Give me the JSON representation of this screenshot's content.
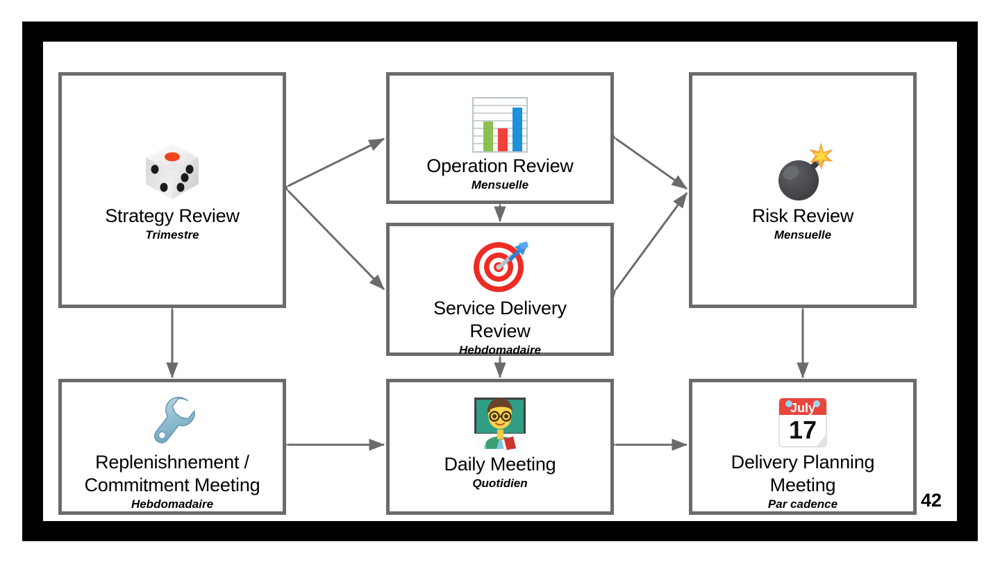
{
  "slide": {
    "page_number": "42",
    "frame_color": "#000000",
    "box_border_color": "#6b6b6b",
    "connector_color": "#6b6b6b",
    "background": "#ffffff"
  },
  "nodes": [
    {
      "id": "strategy",
      "title": "Strategy Review",
      "cadence": "Trimestre",
      "icon": "dice-icon"
    },
    {
      "id": "operation",
      "title": "Operation Review",
      "cadence": "Mensuelle",
      "icon": "bar-chart-icon"
    },
    {
      "id": "risk",
      "title": "Risk Review",
      "cadence": "Mensuelle",
      "icon": "bomb-icon"
    },
    {
      "id": "service",
      "title": "Service Delivery\nReview",
      "cadence": "Hebdomadaire",
      "icon": "dartboard-icon"
    },
    {
      "id": "replenishment",
      "title": "Replenishnement /\nCommitment Meeting",
      "cadence": "Hebdomadaire",
      "icon": "wrench-icon"
    },
    {
      "id": "daily",
      "title": "Daily Meeting",
      "cadence": "Quotidien",
      "icon": "teacher-icon"
    },
    {
      "id": "delivery",
      "title": "Delivery Planning\nMeeting",
      "cadence": "Par cadence",
      "icon": "calendar-icon"
    }
  ],
  "icon_details": {
    "calendar": {
      "month": "July",
      "day": "17",
      "header_color": "#e8453c"
    },
    "bar_chart": {
      "bars": [
        {
          "color": "#8cc152",
          "height_pct": 56
        },
        {
          "color": "#f0403a",
          "height_pct": 42
        },
        {
          "color": "#1e90d8",
          "height_pct": 82
        }
      ],
      "grid_lines": 7,
      "grid_color": "#b9c3cc"
    }
  },
  "connections": [
    {
      "from": "strategy",
      "to": "operation",
      "type": "double-arrow",
      "orientation": "diagonal"
    },
    {
      "from": "strategy",
      "to": "service",
      "type": "double-arrow",
      "orientation": "diagonal"
    },
    {
      "from": "operation",
      "to": "risk",
      "type": "double-arrow",
      "orientation": "diagonal"
    },
    {
      "from": "service",
      "to": "risk",
      "type": "double-arrow",
      "orientation": "diagonal"
    },
    {
      "from": "operation",
      "to": "service",
      "type": "double-arrow",
      "orientation": "vertical"
    },
    {
      "from": "strategy",
      "to": "replenishment",
      "type": "double-arrow",
      "orientation": "vertical"
    },
    {
      "from": "service",
      "to": "daily",
      "type": "double-arrow",
      "orientation": "vertical"
    },
    {
      "from": "risk",
      "to": "delivery",
      "type": "double-arrow",
      "orientation": "vertical"
    },
    {
      "from": "replenishment",
      "to": "daily",
      "type": "double-arrow",
      "orientation": "horizontal"
    },
    {
      "from": "daily",
      "to": "delivery",
      "type": "double-arrow",
      "orientation": "horizontal"
    }
  ]
}
